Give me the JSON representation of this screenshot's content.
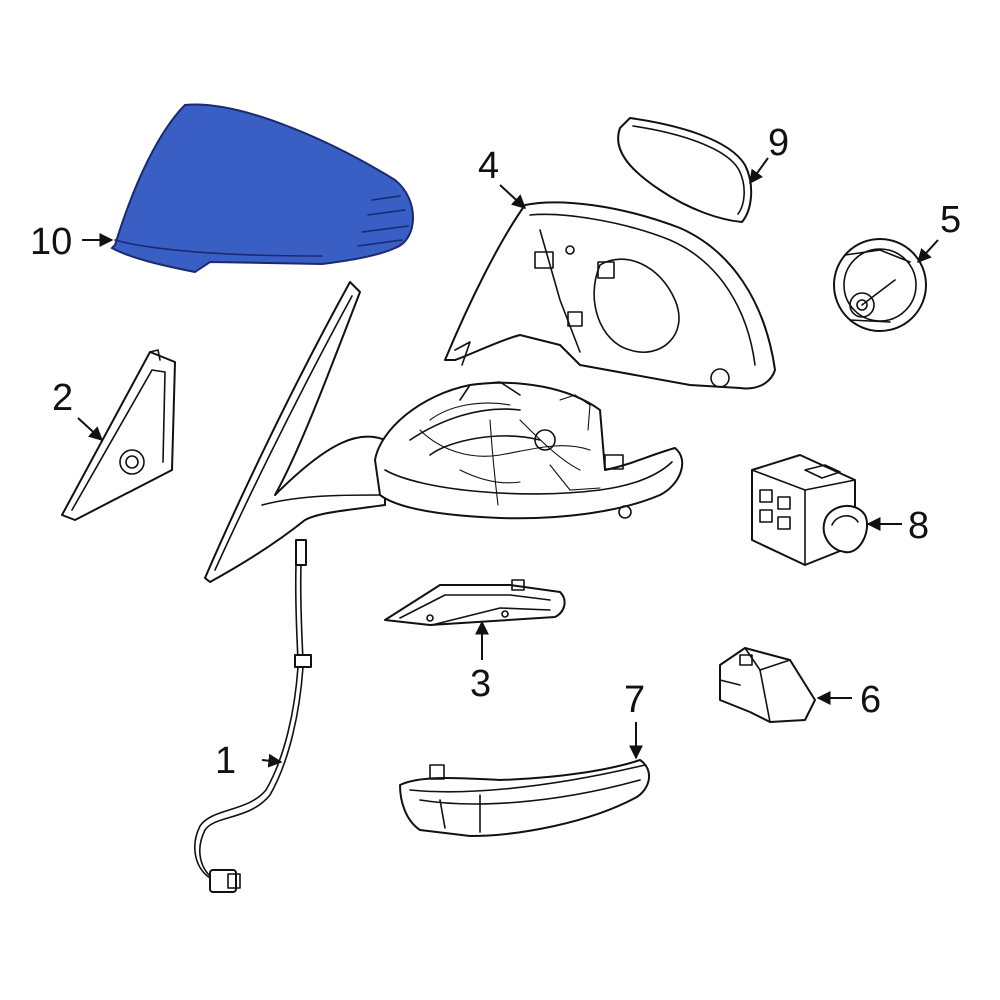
{
  "highlight_color": "#3a5fc4",
  "highlighted_part": "10",
  "callouts": {
    "p1": "1",
    "p2": "2",
    "p3": "3",
    "p4": "4",
    "p5": "5",
    "p6": "6",
    "p7": "7",
    "p8": "8",
    "p9": "9",
    "p10": "10"
  }
}
